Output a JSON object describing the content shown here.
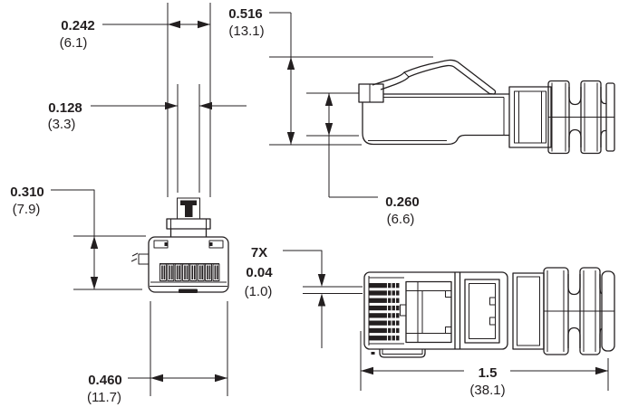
{
  "drawing": {
    "background_color": "#ffffff",
    "line_color": "#231f20",
    "dimensions": {
      "boot_width": {
        "inches": "0.242",
        "mm": "(6.1)"
      },
      "cable_width": {
        "inches": "0.128",
        "mm": "(3.3)"
      },
      "plug_height": {
        "inches": "0.310",
        "mm": "(7.9)"
      },
      "overall_height": {
        "inches": "0.516",
        "mm": "(13.1)"
      },
      "body_height": {
        "inches": "0.260",
        "mm": "(6.6)"
      },
      "contact_blade": {
        "count": "7X",
        "inches": "0.04",
        "mm": "(1.0)"
      },
      "plug_width": {
        "inches": "0.460",
        "mm": "(11.7)"
      },
      "overall_length": {
        "inches": "1.5",
        "mm": "(38.1)"
      }
    }
  }
}
